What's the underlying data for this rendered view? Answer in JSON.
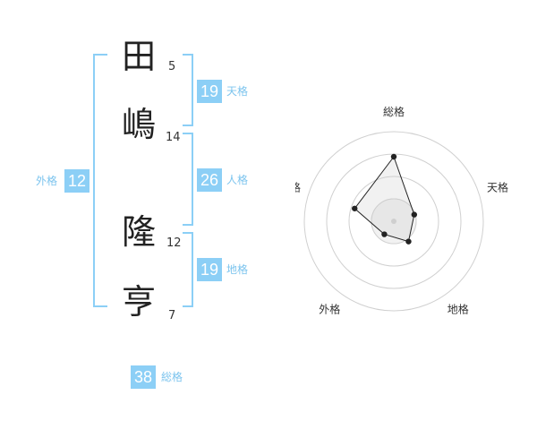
{
  "name": {
    "chars": [
      {
        "char": "田",
        "strokes": "5"
      },
      {
        "char": "嶋",
        "strokes": "14"
      },
      {
        "char": "隆",
        "strokes": "12"
      },
      {
        "char": "亨",
        "strokes": "7"
      }
    ]
  },
  "fortunes": {
    "tenkaku": {
      "value": "19",
      "label": "天格"
    },
    "jinkaku": {
      "value": "26",
      "label": "人格"
    },
    "chikaku": {
      "value": "19",
      "label": "地格"
    },
    "gaikaku": {
      "value": "12",
      "label": "外格"
    },
    "soukaku": {
      "value": "38",
      "label": "総格"
    }
  },
  "colors": {
    "accent": "#8ccff6",
    "label": "#7cc4ee",
    "ink": "#222222"
  },
  "chart_data": {
    "type": "radar",
    "axes": [
      "総格",
      "天格",
      "地格",
      "外格",
      "人格"
    ],
    "values": [
      0.72,
      0.24,
      0.28,
      0.18,
      0.46
    ],
    "range": [
      0,
      1
    ],
    "rings": 4
  }
}
